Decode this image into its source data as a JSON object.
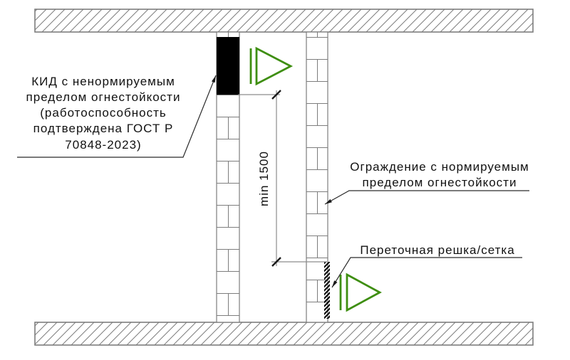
{
  "diagram": {
    "labels": {
      "kid": {
        "lines": [
          "КИД с ненормируемым",
          "пределом огнестойкости",
          "(работоспособность",
          "подтверждена ГОСТ Р",
          "70848-2023)"
        ]
      },
      "enclosure": {
        "lines": [
          "Ограждение с нормируемым",
          "пределом огнестойкости"
        ]
      },
      "transfer_grille": "Переточная решка/сетка",
      "dimension_min_height": "min 1500"
    },
    "icons": {
      "airflow_top": "airflow-direction-icon",
      "airflow_bottom": "airflow-direction-icon"
    },
    "colors": {
      "drawing_gray": "#7d7d7d",
      "annotation_black": "#1a1a1a",
      "airflow_green": "#3e8e10",
      "kid_fill": "#000000"
    }
  }
}
